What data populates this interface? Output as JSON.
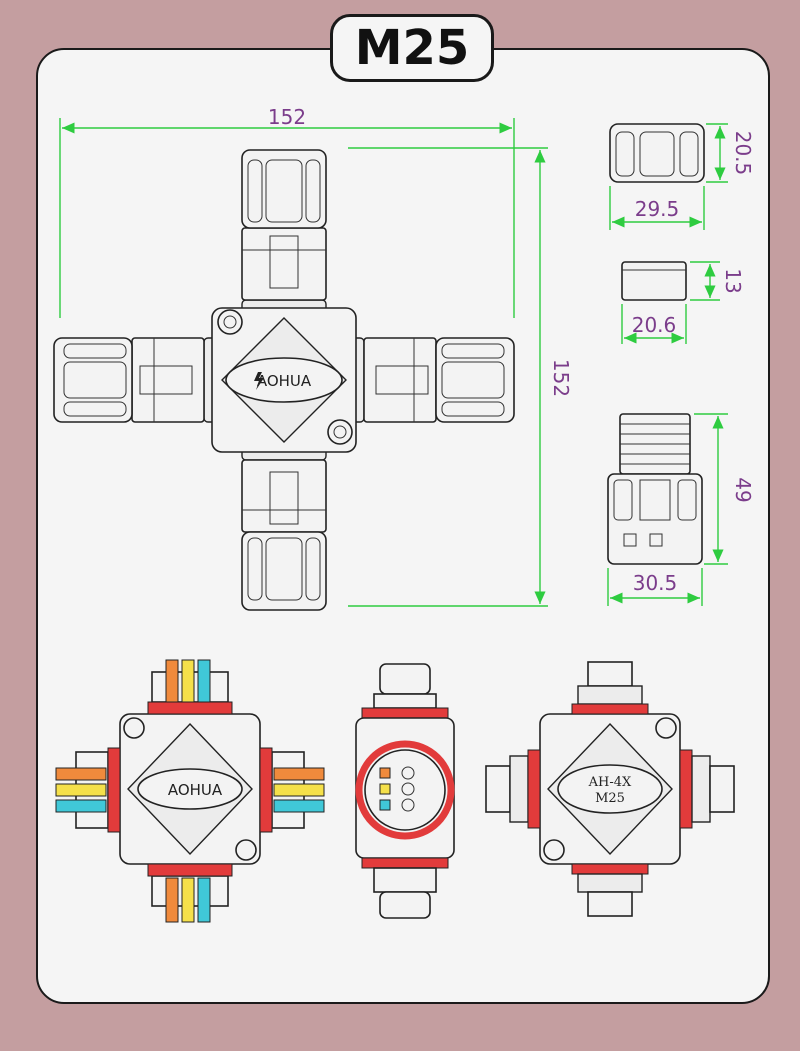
{
  "title": "M25",
  "brand": "AOHUA",
  "model": "AH-4X",
  "size_label": "M25",
  "dimensions": {
    "overall_width": "152",
    "overall_height": "152",
    "cap_height": "20.5",
    "cap_width": "29.5",
    "ring_height": "13",
    "ring_width": "20.6",
    "connector_length": "49",
    "connector_width": "30.5"
  },
  "colors": {
    "background": "#c49ea0",
    "panel": "#f5f5f5",
    "dimension_line": "#2ecc40",
    "dimension_text": "#7b3d8b",
    "seal_ring": "#e23b3b",
    "wire_orange": "#f08a3c",
    "wire_yellow": "#f5e04a",
    "wire_cyan": "#40c8d8"
  },
  "icons": [
    "lightning-logo-icon"
  ]
}
